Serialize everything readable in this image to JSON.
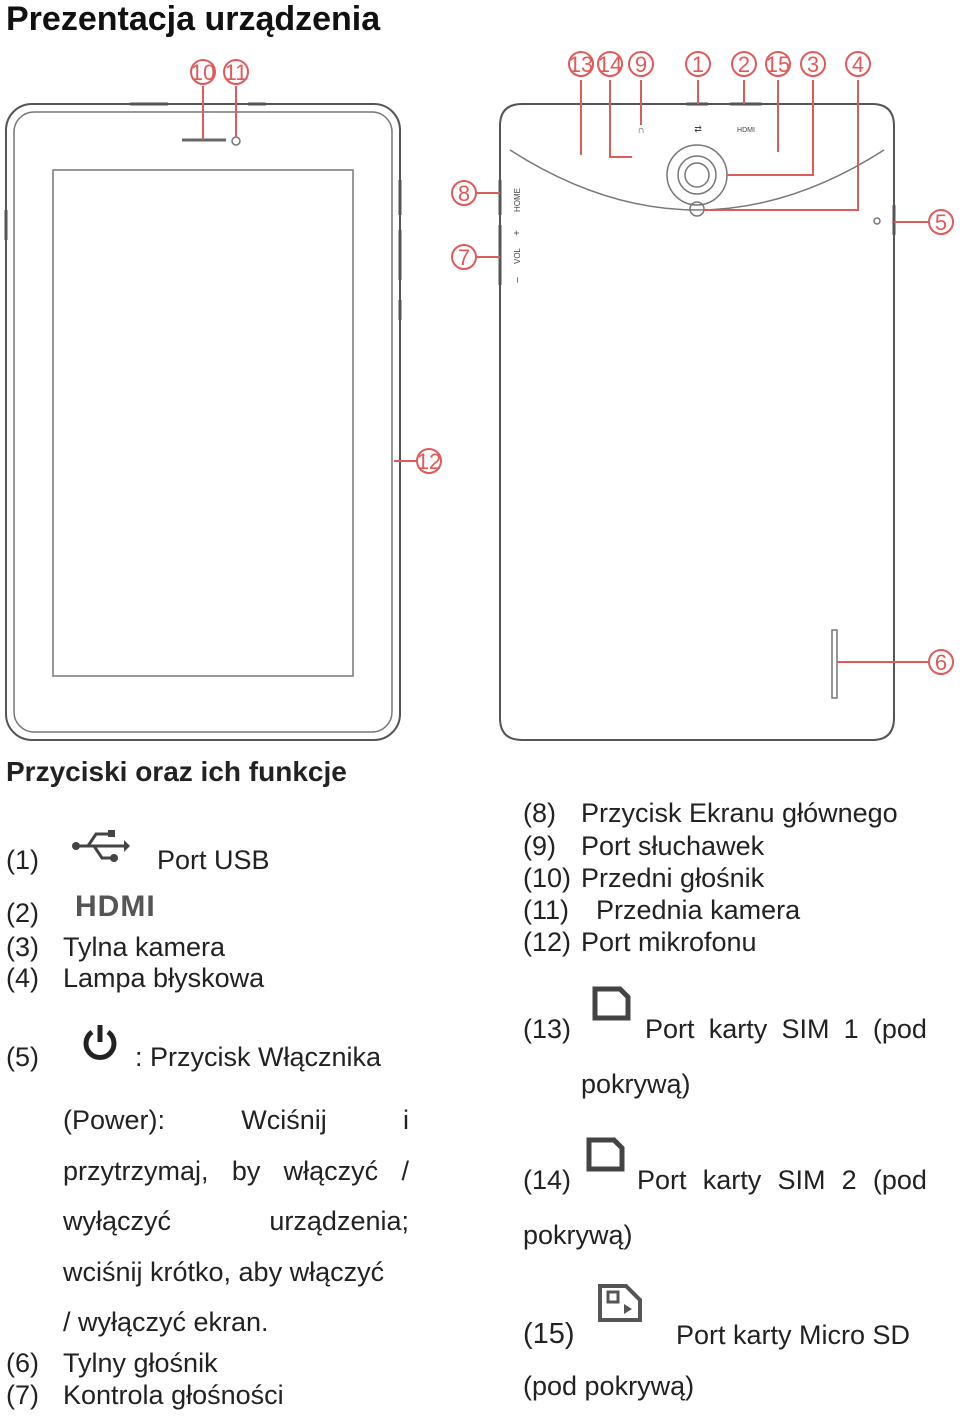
{
  "title": "Prezentacja urządzenia",
  "section_title": "Przyciski oraz ich funkcje",
  "callouts": {
    "front": [
      "10",
      "11",
      "12"
    ],
    "back": [
      "13",
      "14",
      "9",
      "1",
      "2",
      "15",
      "3",
      "4",
      "8",
      "7",
      "5",
      "6"
    ]
  },
  "device_back_labels": {
    "home": "HOME",
    "vol": "VOL",
    "plus": "+",
    "minus": "–",
    "hdmi": "HDMI"
  },
  "left_list": {
    "item1": {
      "num": "(1)",
      "label": "Port USB",
      "icon": "usb-icon"
    },
    "item2": {
      "num": "(2)",
      "logo": "HDMI"
    },
    "item3": {
      "num": "(3)",
      "label": "Tylna kamera"
    },
    "item4": {
      "num": "(4)",
      "label": "Lampa błyskowa"
    },
    "item5": {
      "num": "(5)",
      "label": ": Przycisk Włącznika",
      "icon": "power-icon",
      "desc_line1_a": "(Power):",
      "desc_line1_b": "Wciśnij",
      "desc_line1_c": "i",
      "desc_line2_a": "przytrzymaj,",
      "desc_line2_b": "by",
      "desc_line2_c": "włączyć",
      "desc_line2_d": "/",
      "desc_line3_a": "wyłączyć",
      "desc_line3_b": "urządzenia;",
      "desc_line4": "wciśnij krótko, aby włączyć",
      "desc_line5": "/ wyłączyć ekran."
    },
    "item6": {
      "num": "(6)",
      "label": "Tylny głośnik"
    },
    "item7": {
      "num": "(7)",
      "label": "Kontrola głośności"
    }
  },
  "right_list": {
    "item8": {
      "num": "(8)",
      "label": "Przycisk Ekranu głównego"
    },
    "item9": {
      "num": "(9)",
      "label": "Port słuchawek"
    },
    "item10": {
      "num": "(10)",
      "label": "Przedni głośnik"
    },
    "item11": {
      "num": "(11)",
      "label": "Przednia kamera"
    },
    "item12": {
      "num": "(12)",
      "label": "Port mikrofonu"
    },
    "item13": {
      "num": "(13)",
      "label_a": "Port",
      "label_b": "karty",
      "label_c": "SIM",
      "label_d": "1",
      "label_e": "(pod",
      "cont": "pokrywą)",
      "icon": "sim-card-icon"
    },
    "item14": {
      "num": "(14)",
      "label_a": "Port",
      "label_b": "karty",
      "label_c": "SIM",
      "label_d": "2",
      "label_e": "(pod",
      "cont": "pokrywą)",
      "icon": "sim-card-icon"
    },
    "item15": {
      "num": "(15)",
      "label": "Port karty Micro SD",
      "cont": "(pod pokrywą)",
      "icon": "sd-card-icon"
    }
  }
}
